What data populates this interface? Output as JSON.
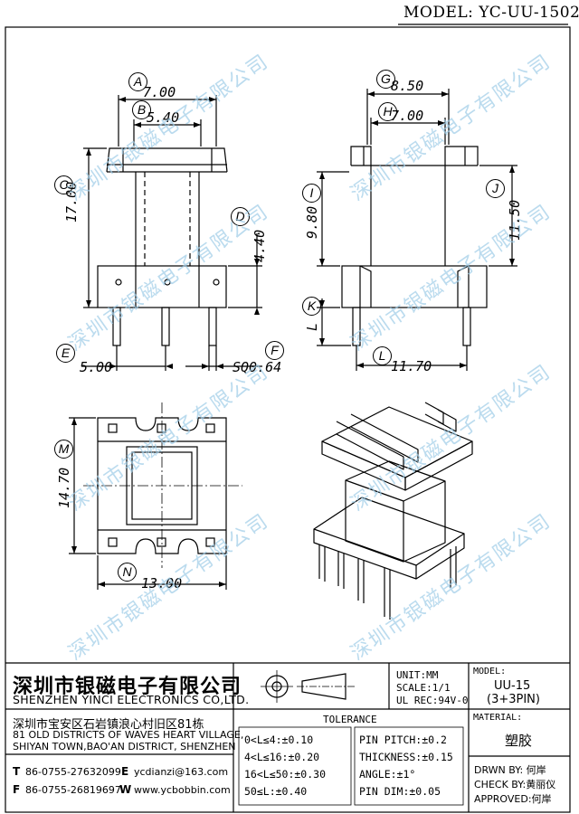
{
  "header": {
    "model_line": "MODEL: YC-UU-1502"
  },
  "callouts": {
    "A": "A",
    "B": "B",
    "C": "C",
    "D": "D",
    "E": "E",
    "F": "F",
    "G": "G",
    "H": "H",
    "I": "I",
    "J": "J",
    "K": "K",
    "L": "L",
    "M": "M",
    "N": "N"
  },
  "dims": {
    "a": "7.00",
    "b": "5.40",
    "c": "17.00",
    "d": "4.40",
    "e": "5.00",
    "f": "SQ0.64",
    "g": "8.50",
    "h": "7.00",
    "i": "9.80",
    "j": "11.50",
    "k": "L",
    "l": "11.70",
    "m": "14.70",
    "n": "13.00"
  },
  "watermark": "深圳市银磁电子有限公司",
  "company": {
    "name_cn": "深圳市银磁电子有限公司",
    "name_en": "SHENZHEN YINCI ELECTRONICS CO,LTD.",
    "address_cn": "深圳市宝安区石岩镇浪心村旧区81栋",
    "address_en_1": "81 OLD DISTRICTS OF WAVES HEART VILLAGE,",
    "address_en_2": "SHIYAN TOWN,BAO'AN DISTRICT, SHENZHEN",
    "tel_label": "T",
    "tel": "86-0755-27632099",
    "email_label": "E",
    "email": "ycdianzi@163.com",
    "fax_label": "F",
    "fax": "86-0755-26819697",
    "web_label": "W",
    "web": "www.ycbobbin.com"
  },
  "units": {
    "unit": "UNIT:MM",
    "scale": "SCALE:1/1",
    "ul": "UL REC:94V-0"
  },
  "tolerance": {
    "title": "TOLERANCE",
    "rows": [
      "0<L≤4:±0.10",
      "4<L≤16:±0.20",
      "16<L≤50:±0.30",
      "50≤L:±0.40"
    ],
    "pin": [
      "PIN PITCH:±0.2",
      "THICKNESS:±0.15",
      "ANGLE:±1°",
      "PIN DIM:±0.05"
    ]
  },
  "model_box": {
    "label": "MODEL:",
    "value1": "UU-15",
    "value2": "(3+3PIN)"
  },
  "material": {
    "label": "MATERIAL:",
    "value": "塑胶"
  },
  "approval": {
    "drawn": "DRWN BY: 何岸",
    "check": "CHECK BY:黄丽仪",
    "approved": "APPROVED:何岸"
  }
}
